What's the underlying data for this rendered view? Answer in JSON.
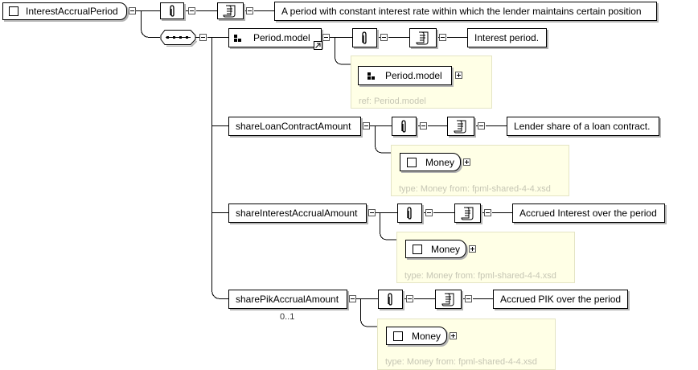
{
  "root": {
    "name": "InterestAccrualPeriod",
    "annotation": "A period with constant interest rate within which the lender maintains certain position"
  },
  "period_model": {
    "name": "Period.model",
    "annotation": "Interest period.",
    "ref_name": "Period.model",
    "ref_caption": "ref: Period.model"
  },
  "elements": [
    {
      "name": "shareLoanContractAmount",
      "annotation": "Lender share of a loan contract.",
      "type_name": "Money",
      "type_caption": "type: Money from: fpml-shared-4-4.xsd"
    },
    {
      "name": "shareInterestAccrualAmount",
      "annotation": "Accrued Interest over the period",
      "type_name": "Money",
      "type_caption": "type: Money from: fpml-shared-4-4.xsd"
    },
    {
      "name": "sharePikAccrualAmount",
      "annotation": "Accrued PIK over the period",
      "type_name": "Money",
      "type_caption": "type: Money from: fpml-shared-4-4.xsd",
      "cardinality": "0..1"
    }
  ]
}
